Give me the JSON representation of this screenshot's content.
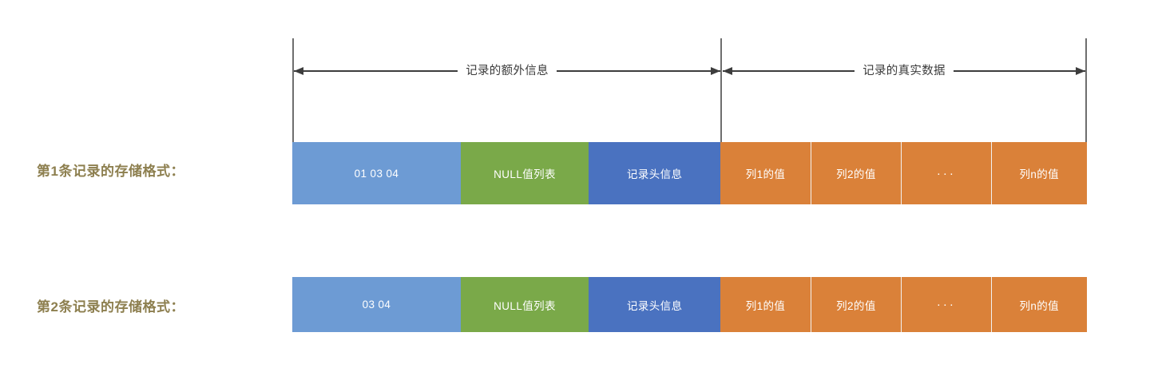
{
  "annotations": {
    "extra_info": "记录的额外信息",
    "real_data": "记录的真实数据"
  },
  "colors": {
    "variable_length_list": "#6d9bd4",
    "null_value_list": "#7aa949",
    "record_header": "#4a72c0",
    "column_data": "#da8139",
    "label_text": "#8d7f4f",
    "guide_line": "#6e6e6e",
    "arrow": "#3d3d3d"
  },
  "rows": [
    {
      "label": "第1条记录的存储格式：",
      "cells": [
        {
          "text": "01 03 04",
          "kind": "variable-length-list"
        },
        {
          "text": "NULL值列表",
          "kind": "null-value-list"
        },
        {
          "text": "记录头信息",
          "kind": "record-header"
        },
        {
          "text": "列1的值",
          "kind": "column-value"
        },
        {
          "text": "列2的值",
          "kind": "column-value"
        },
        {
          "text": "···",
          "kind": "ellipsis"
        },
        {
          "text": "列n的值",
          "kind": "column-value"
        }
      ]
    },
    {
      "label": "第2条记录的存储格式：",
      "cells": [
        {
          "text": "03 04",
          "kind": "variable-length-list"
        },
        {
          "text": "NULL值列表",
          "kind": "null-value-list"
        },
        {
          "text": "记录头信息",
          "kind": "record-header"
        },
        {
          "text": "列1的值",
          "kind": "column-value"
        },
        {
          "text": "列2的值",
          "kind": "column-value"
        },
        {
          "text": "···",
          "kind": "ellipsis"
        },
        {
          "text": "列n的值",
          "kind": "column-value"
        }
      ]
    }
  ]
}
